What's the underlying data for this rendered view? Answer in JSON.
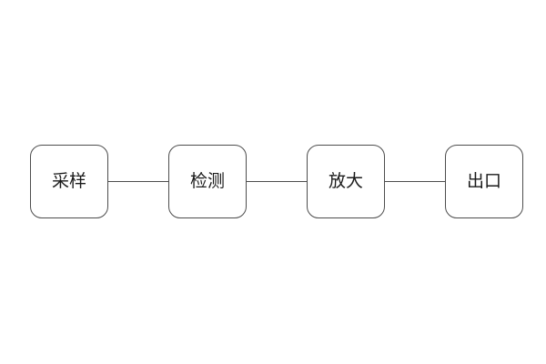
{
  "diagram": {
    "type": "flowchart",
    "direction": "horizontal",
    "nodes": [
      {
        "id": "sampling",
        "label": "采样"
      },
      {
        "id": "detection",
        "label": "检测"
      },
      {
        "id": "amplification",
        "label": "放大"
      },
      {
        "id": "outlet",
        "label": "出口"
      }
    ],
    "connections": [
      {
        "from": "采样",
        "to": "检测"
      },
      {
        "from": "检测",
        "to": "放大"
      },
      {
        "from": "放大",
        "to": "出口"
      }
    ]
  },
  "colors": {
    "bg": "#ffffff",
    "node_border": "#4d4d4d",
    "node_fill": "#ffffff",
    "connector": "#4d4d4d",
    "text": "#1a1a1a"
  }
}
